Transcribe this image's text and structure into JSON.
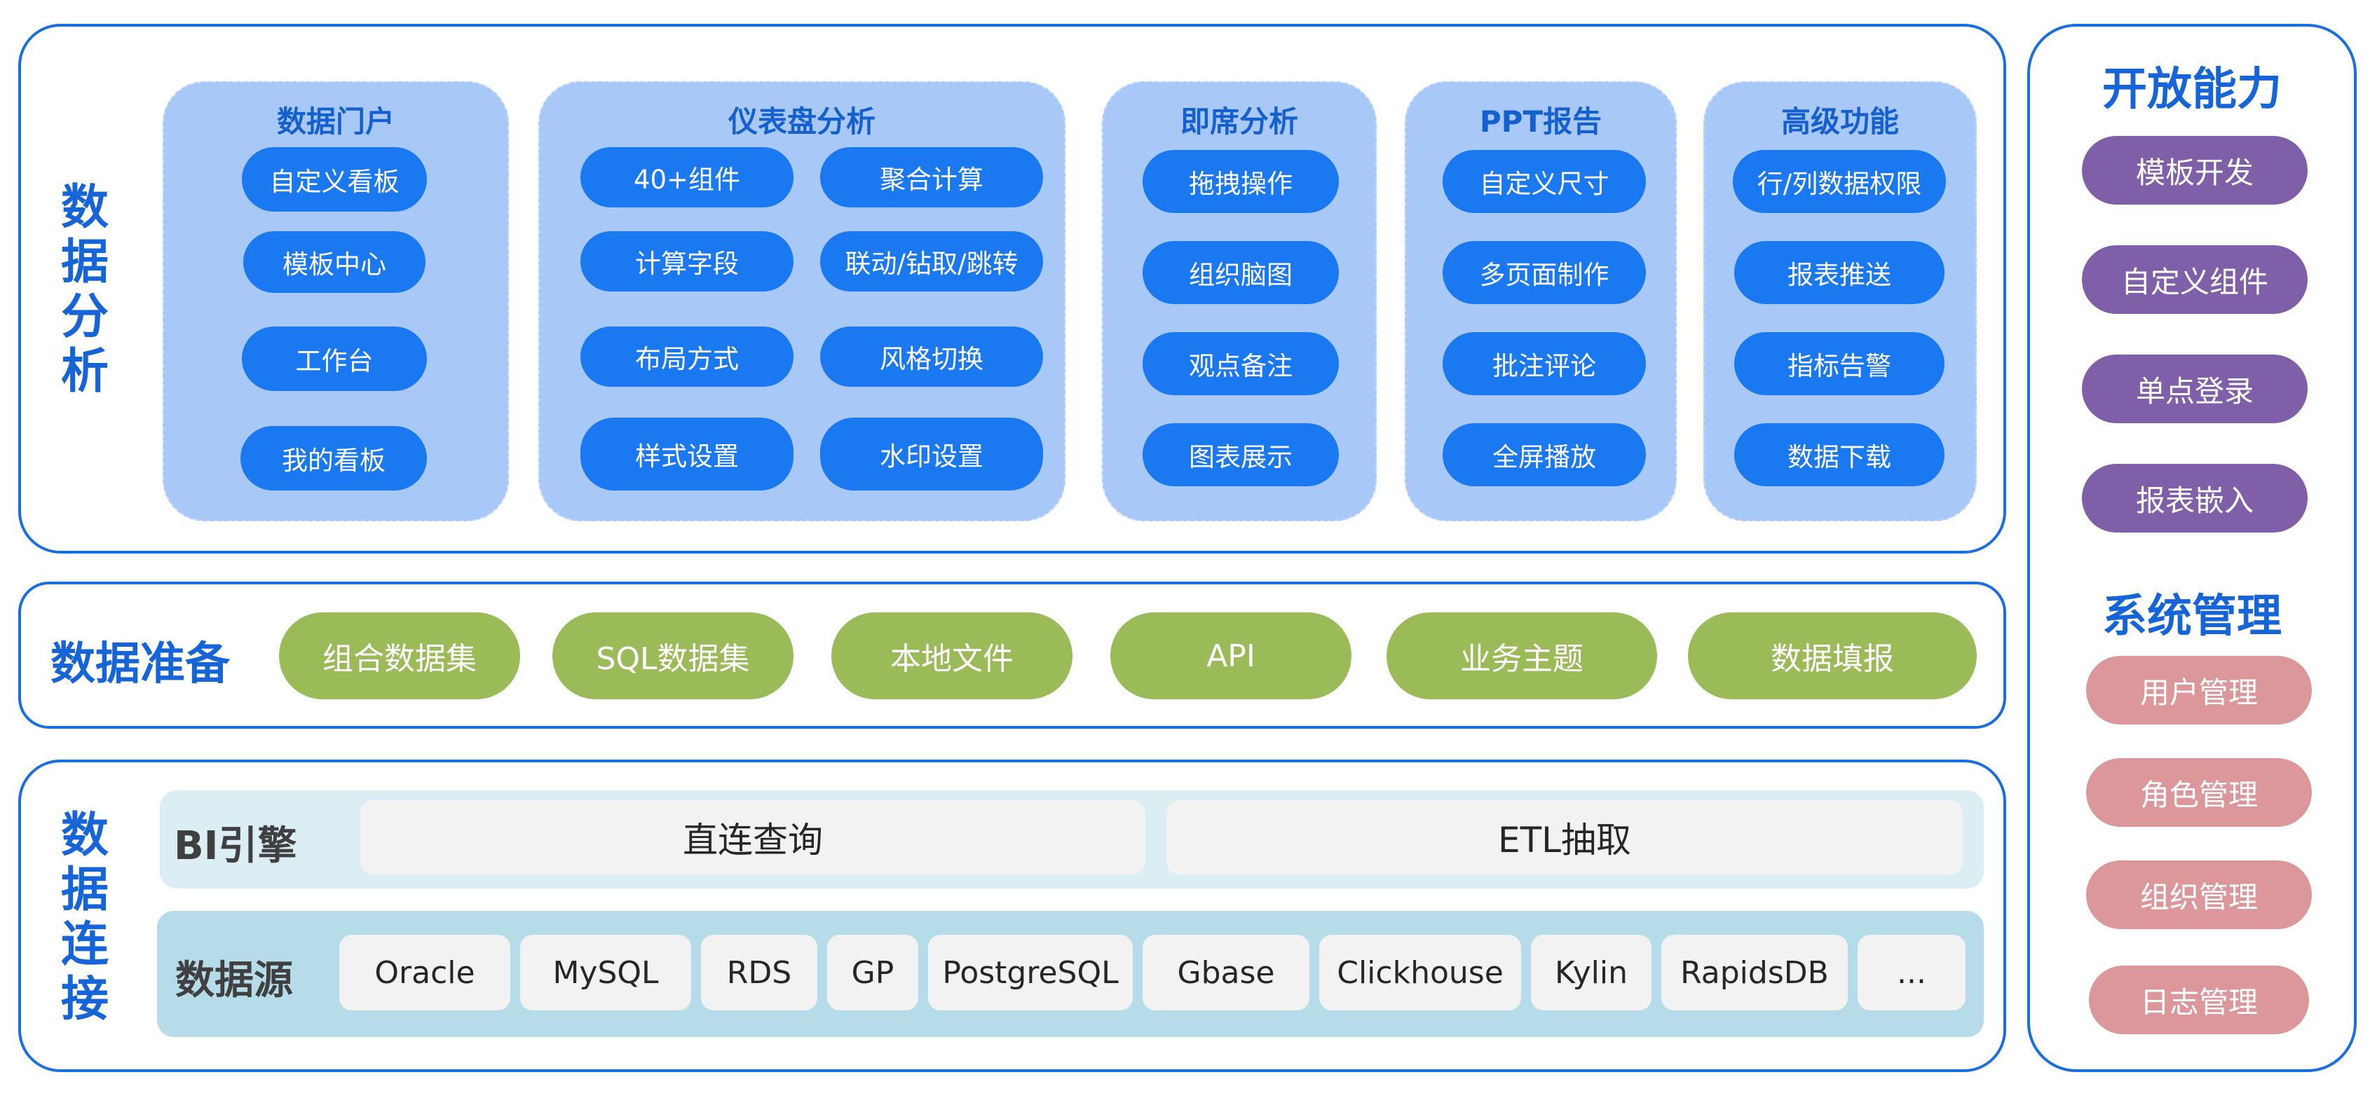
{
  "colors": {
    "panel_border": "#1a6fe0",
    "title_blue": "#1565d8",
    "group_bg": "#a8c8f8",
    "pill_blue": "#1a78f0",
    "pill_green": "#9bbb59",
    "pill_purple": "#7e5fa8",
    "pill_pink": "#dc979b",
    "engine_bar": "#dbeef4",
    "source_bar": "#b5dce8",
    "cell_bg": "#f2f2f2"
  },
  "analysis": {
    "title": "数据分析",
    "groups": [
      {
        "title": "数据门户",
        "items": [
          "自定义看板",
          "模板中心",
          "工作台",
          "我的看板"
        ]
      },
      {
        "title": "仪表盘分析",
        "items": [
          "40+组件",
          "聚合计算",
          "计算字段",
          "联动/钻取/跳转",
          "布局方式",
          "风格切换",
          "样式设置",
          "水印设置"
        ]
      },
      {
        "title": "即席分析",
        "items": [
          "拖拽操作",
          "组织脑图",
          "观点备注",
          "图表展示"
        ]
      },
      {
        "title": "PPT报告",
        "items": [
          "自定义尺寸",
          "多页面制作",
          "批注评论",
          "全屏播放"
        ]
      },
      {
        "title": "高级功能",
        "items": [
          "行/列数据权限",
          "报表推送",
          "指标告警",
          "数据下载"
        ]
      }
    ]
  },
  "prep": {
    "title": "数据准备",
    "items": [
      "组合数据集",
      "SQL数据集",
      "本地文件",
      "API",
      "业务主题",
      "数据填报"
    ]
  },
  "connect": {
    "title": "数据连接",
    "engine": {
      "label": "BI引擎",
      "items": [
        "直连查询",
        "ETL抽取"
      ]
    },
    "sources": {
      "label": "数据源",
      "items": [
        "Oracle",
        "MySQL",
        "RDS",
        "GP",
        "PostgreSQL",
        "Gbase",
        "Clickhouse",
        "Kylin",
        "RapidsDB",
        "..."
      ]
    }
  },
  "open": {
    "title": "开放能力",
    "items": [
      "模板开发",
      "自定义组件",
      "单点登录",
      "报表嵌入"
    ]
  },
  "system": {
    "title": "系统管理",
    "items": [
      "用户管理",
      "角色管理",
      "组织管理",
      "日志管理"
    ]
  }
}
